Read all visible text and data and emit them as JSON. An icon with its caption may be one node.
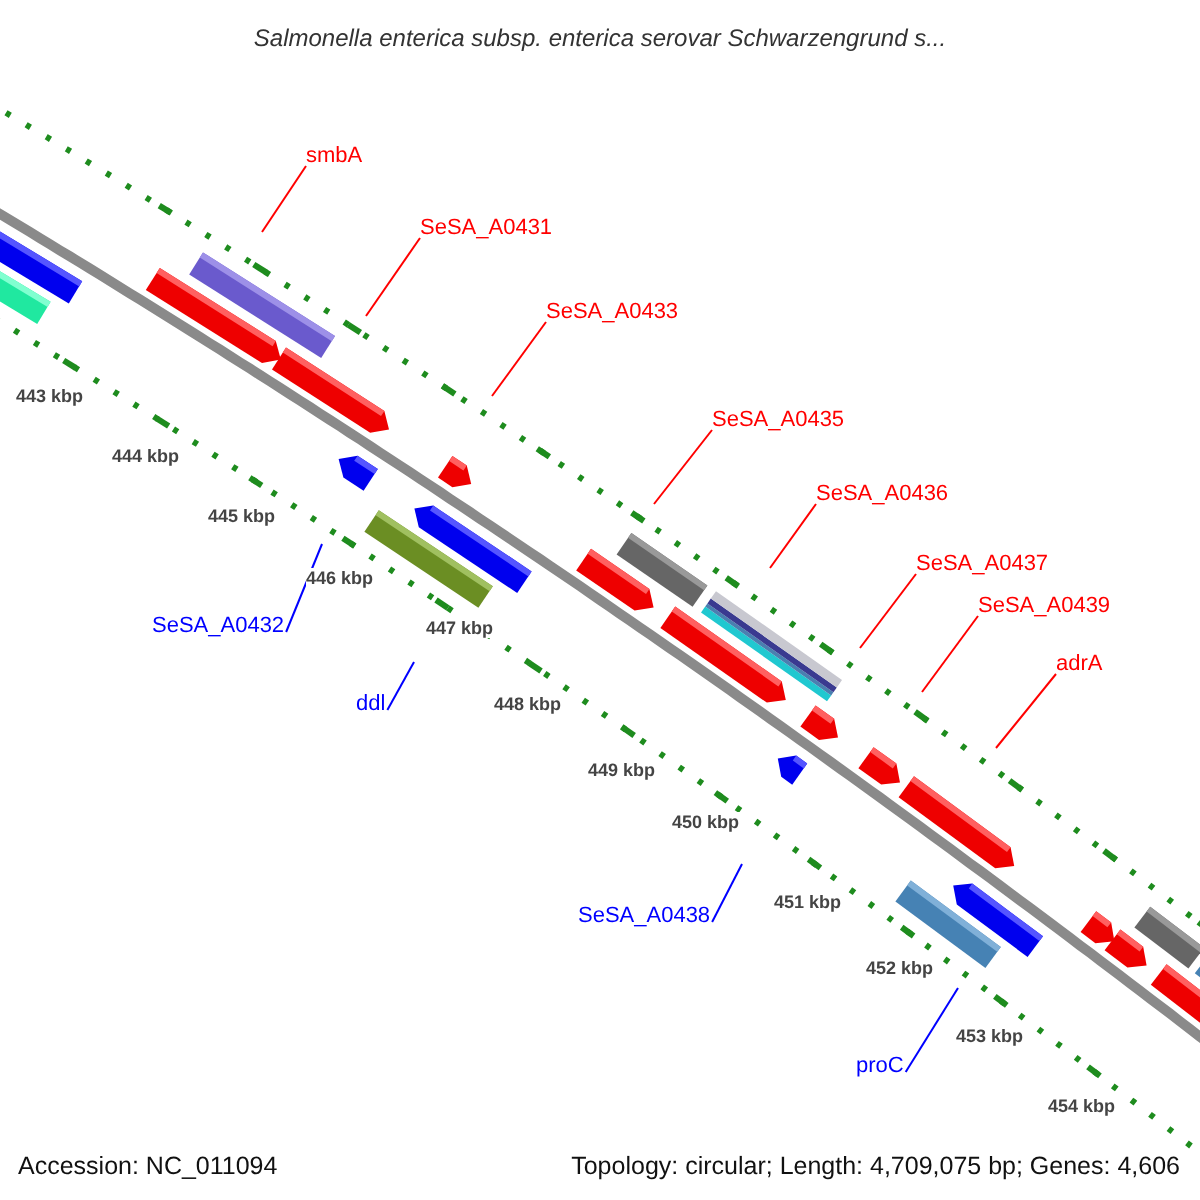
{
  "diagram": {
    "title": "Salmonella enterica subsp. enterica serovar Schwarzengrund s...",
    "nodes": [
      {
        "text": [
          "smbA"
        ]
      },
      {
        "text": [
          "SeSA_A0431"
        ]
      },
      {
        "text": [
          "SeSA_A0433"
        ]
      },
      {
        "text": [
          "SeSA_A0435"
        ]
      },
      {
        "text": [
          "SeSA_A0436"
        ]
      },
      {
        "text": [
          "SeSA_A0437"
        ]
      },
      {
        "text": [
          "SeSA_A0439"
        ]
      },
      {
        "text": [
          "SeSA_A0432"
        ]
      },
      {
        "text": [
          "adrA"
        ]
      },
      {
        "text": [
          "ddl"
        ]
      },
      {
        "text": [
          "SeSA_A0438"
        ]
      },
      {
        "text": [
          "proC"
        ]
      }
    ],
    "edges": [
      {
        "from": 0,
        "to": null,
        "arrow": "none"
      },
      {
        "from": 1,
        "to": null,
        "arrow": "none"
      },
      {
        "from": 2,
        "to": null,
        "arrow": "none"
      },
      {
        "from": 3,
        "to": null,
        "arrow": "none"
      },
      {
        "from": 4,
        "to": null,
        "arrow": "none"
      },
      {
        "from": 5,
        "to": null,
        "arrow": "none"
      },
      {
        "from": 6,
        "to": null,
        "arrow": "none"
      },
      {
        "from": 7,
        "to": null,
        "arrow": "none",
        "color": "#0000ff"
      },
      {
        "from": 8,
        "to": null,
        "arrow": "none"
      },
      {
        "from": 9,
        "to": null,
        "arrow": "none",
        "color": "#0000ff"
      },
      {
        "from": 10,
        "to": null,
        "arrow": "none",
        "color": "#0000ff"
      },
      {
        "from": 11,
        "to": null,
        "arrow": "none",
        "color": "#0000ff"
      }
    ],
    "labels": [
      "443 kbp",
      "444 kbp",
      "445 kbp",
      "446 kbp",
      "447 kbp",
      "448 kbp",
      "449 kbp",
      "450 kbp",
      "451 kbp",
      "452 kbp",
      "453 kbp",
      "454 kbp",
      "Accession: NC_011094",
      "Topology: circular; Length: 4,709,075 bp; Genes: 4,606"
    ]
  }
}
